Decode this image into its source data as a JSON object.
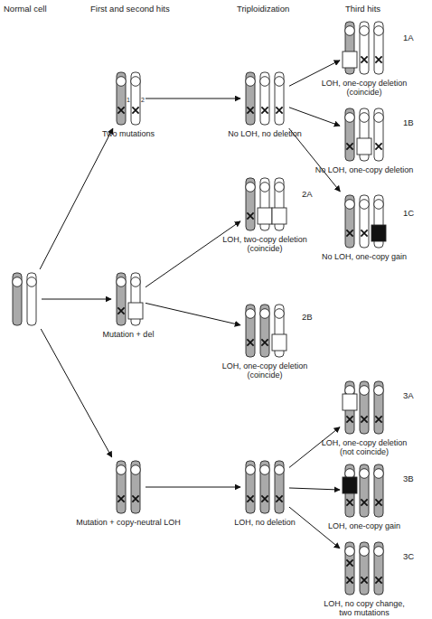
{
  "diagram": {
    "nodes": [
      {
        "text": []
      },
      {
        "text": [
          "Two mutations"
        ]
      },
      {
        "text": [
          "Mutation + del"
        ]
      },
      {
        "text": [
          "Mutation + copy-neutral LOH"
        ]
      },
      {
        "text": [
          "No LOH, no deletion"
        ]
      },
      {
        "text": [
          "LOH, two-copy deletion (coincide)",
          "2A"
        ]
      },
      {
        "text": [
          "LOH, one-copy deletion (coincide)",
          "2B"
        ]
      },
      {
        "text": [
          "LOH, no deletion"
        ]
      },
      {
        "text": [
          "LOH, one-copy deletion (coincide)",
          "1A"
        ]
      },
      {
        "text": [
          "No LOH, one-copy deletion",
          "1B"
        ]
      },
      {
        "text": [
          "No LOH, one-copy gain",
          "1C"
        ]
      },
      {
        "text": [
          "LOH, one-copy deletion (not coincide)",
          "3A"
        ]
      },
      {
        "text": [
          "LOH, one-copy gain",
          "3B"
        ]
      },
      {
        "text": [
          "LOH, no copy change, two mutations",
          "3C"
        ]
      }
    ],
    "edges": [
      {
        "from": 0,
        "to": 1,
        "arrow": "to"
      },
      {
        "from": 0,
        "to": 2,
        "arrow": "to"
      },
      {
        "from": 0,
        "to": 3,
        "arrow": "to"
      },
      {
        "from": 1,
        "to": 4,
        "arrow": "to"
      },
      {
        "from": 2,
        "to": 5,
        "arrow": "to"
      },
      {
        "from": 2,
        "to": 6,
        "arrow": "to"
      },
      {
        "from": 3,
        "to": 7,
        "arrow": "to"
      },
      {
        "from": 4,
        "to": 8,
        "arrow": "to"
      },
      {
        "from": 4,
        "to": 9,
        "arrow": "to"
      },
      {
        "from": 4,
        "to": 10,
        "arrow": "to"
      },
      {
        "from": 7,
        "to": 11,
        "arrow": "to"
      },
      {
        "from": 7,
        "to": 12,
        "arrow": "to"
      },
      {
        "from": 7,
        "to": 13,
        "arrow": "to"
      }
    ],
    "labels": [
      "Normal cell",
      "First and second hits",
      "Triploidization",
      "Third hits",
      "1",
      "2"
    ]
  }
}
